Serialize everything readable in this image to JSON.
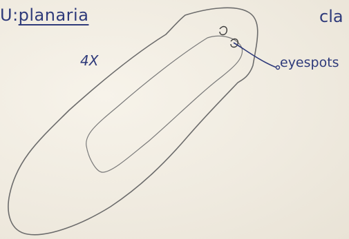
{
  "sketch": {
    "title_prefix": "U:",
    "title": "planaria",
    "magnification": "4X",
    "corner_text": "cla",
    "label_eyespots": "eyespots"
  },
  "colors": {
    "ink": "#2e3a7a",
    "pencil": "#6b6b6b",
    "paper": "#f3efe6"
  }
}
